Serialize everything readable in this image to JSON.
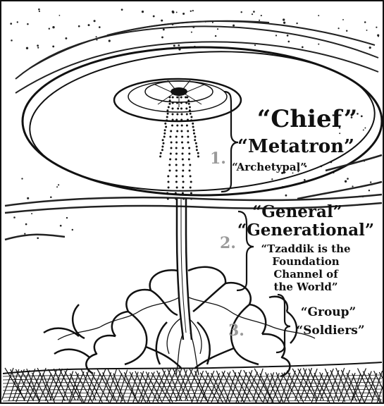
{
  "level1": {
    "number": "1.",
    "title": "“Chief”",
    "subtitle": "“Metatron”",
    "note": "“Archetypal”"
  },
  "level2": {
    "number": "2.",
    "title": "“General”",
    "subtitle": "“Generational”",
    "note_lines": [
      "“Tzaddik is the",
      "Foundation",
      "Channel of",
      "the World”"
    ]
  },
  "level3": {
    "number": "3.",
    "title": "“Group”",
    "subtitle": "“Soldiers”"
  },
  "colors": {
    "ink": "#111111",
    "number_gray": "#9a9a9a",
    "background": "#ffffff"
  }
}
